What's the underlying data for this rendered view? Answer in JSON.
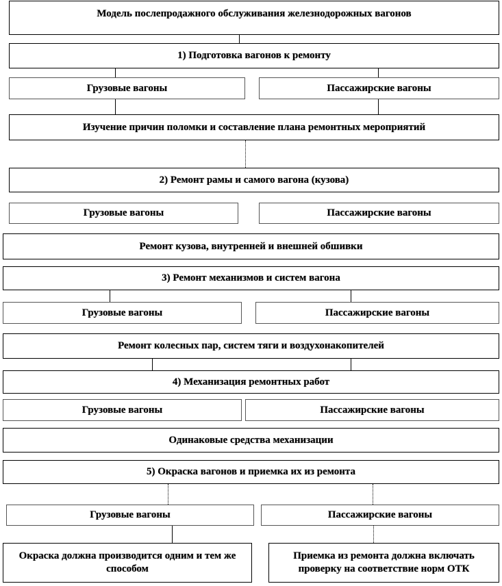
{
  "diagram": {
    "title": "Модель послепродажного обслуживания железнодорожных вагонов",
    "stage1": {
      "title": "1) Подготовка вагонов к ремонту",
      "freight": "Грузовые вагоны",
      "passenger": "Пассажирские вагоны",
      "result": "Изучение причин поломки и составление плана ремонтных мероприятий"
    },
    "stage2": {
      "title": "2) Ремонт рамы и самого вагона (кузова)",
      "freight": "Грузовые вагоны",
      "passenger": "Пассажирские вагоны",
      "result": "Ремонт кузова, внутренней и внешней обшивки"
    },
    "stage3": {
      "title": "3) Ремонт механизмов и систем вагона",
      "freight": "Грузовые вагоны",
      "passenger": "Пассажирские вагоны",
      "result": "Ремонт колесных пар, систем тяги и воздухонакопителей"
    },
    "stage4": {
      "title": "4) Механизация ремонтных работ",
      "freight": "Грузовые вагоны",
      "passenger": "Пассажирские вагоны",
      "result": "Одинаковые средства механизации"
    },
    "stage5": {
      "title": "5) Окраска вагонов и приемка их из ремонта",
      "freight": "Грузовые вагоны",
      "passenger": "Пассажирские вагоны",
      "freight_result": "Окраска должна производится одним и тем же способом",
      "passenger_result": "Приемка из ремонта должна включать проверку на соответствие норм ОТК"
    }
  }
}
